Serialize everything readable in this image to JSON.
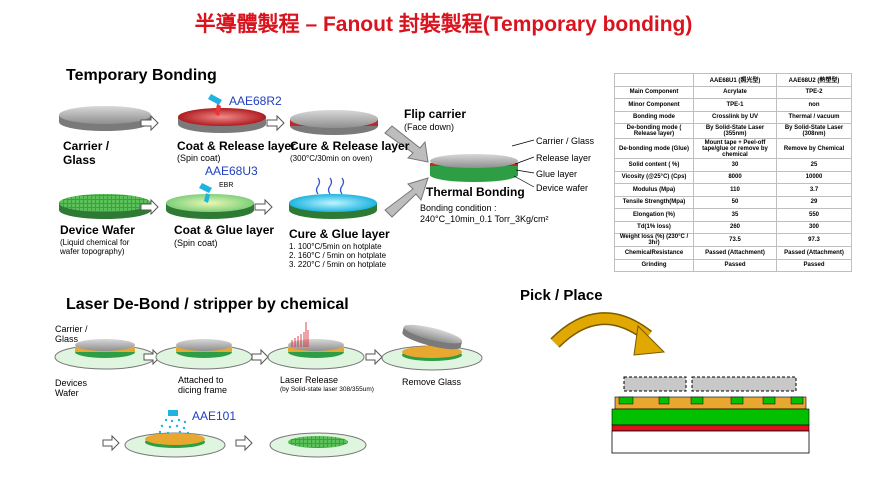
{
  "title": "半導體製程 – Fanout 封裝製程(Temporary bonding)",
  "temporary_bonding": {
    "heading": "Temporary Bonding",
    "carrier_label": "Carrier /\nGlass",
    "coat_release_label": "Coat & Release layer",
    "coat_release_sub": "(Spin coat)",
    "aae68r2": "AAE68R2",
    "cure_release_label": "Cure & Release layer",
    "cure_release_sub": "(300°C/30min on oven)",
    "aae68u3": "AAE68U3",
    "ebr": "EBR",
    "device_wafer_label": "Device Wafer",
    "device_wafer_sub": "(Liquid chemical for wafer topography)",
    "coat_glue_label": "Coat & Glue layer",
    "coat_glue_sub": "(Spin coat)",
    "cure_glue_label": "Cure & Glue layer",
    "cure_glue_steps": [
      "1. 100°C/5min on hotplate",
      "2. 160°C / 5min on hotplate",
      "3. 220°C / 5min on hotplate"
    ],
    "flip_carrier_label": "Flip carrier",
    "flip_carrier_sub": "(Face down)",
    "stack_labels": [
      "Carrier / Glass",
      "Release layer",
      "Glue layer",
      "Device wafer"
    ],
    "thermal_bonding_label": "Thermal Bonding",
    "bonding_condition_title": "Bonding condition :",
    "bonding_condition_value": "240°C_10min_0.1 Torr_3Kg/cm²"
  },
  "spec_table": {
    "headers": [
      "",
      "AAE68U1 (照光型)",
      "AAE68U2 (熱塑型)"
    ],
    "rows": [
      [
        "Main Component",
        "Acrylate",
        "TPE-2"
      ],
      [
        "Minor Component",
        "TPE-1",
        "non"
      ],
      [
        "Bonding mode",
        "Crosslink by UV",
        "Thermal / vacuum"
      ],
      [
        "De-bonding mode ( Release layer)",
        "By Solid-State Laser (355nm)",
        "By Solid-State Laser (308nm)"
      ],
      [
        "De-bonding mode (Glue)",
        "Mount tape + Peel-off tape/glue or remove by chemical",
        "Remove by Chemical"
      ],
      [
        "Solid content ( %)",
        "30",
        "25"
      ],
      [
        "Vicosity (@25°C) (Cps)",
        "8000",
        "10000"
      ],
      [
        "Modulus (Mpa)",
        "110",
        "3.7"
      ],
      [
        "Tensile Strength(Mpa)",
        "50",
        "29"
      ],
      [
        "Elongation (%)",
        "35",
        "550"
      ],
      [
        "Td(1% loss)",
        "260",
        "300"
      ],
      [
        "Weight loss (%) (230°C / 3hr)",
        "73.5",
        "97.3"
      ],
      [
        "ChemicalResistance",
        "Passed (Attachment)",
        "Passed (Attachment)"
      ],
      [
        "Grinding",
        "Passed",
        "Passed"
      ]
    ]
  },
  "laser_debond": {
    "heading": "Laser De-Bond / stripper by chemical",
    "carrier_label": "Carrier /\nGlass",
    "devices_label": "Devices\nWafer",
    "attached_label": "Attached to\ndicing frame",
    "laser_release_label": "Laser Release",
    "laser_release_sub": "(by Solid-state laser 308/355um)",
    "remove_glass_label": "Remove Glass",
    "aae101": "AAE101"
  },
  "pick_place": {
    "heading": "Pick / Place"
  },
  "colors": {
    "title_red": "#d9141e",
    "accent_blue": "#1f3fbf",
    "release_red": "#c0282a",
    "glue_green": "#2e9e44",
    "bump_green": "#00c000",
    "pick_arrow": "#e0a800"
  }
}
